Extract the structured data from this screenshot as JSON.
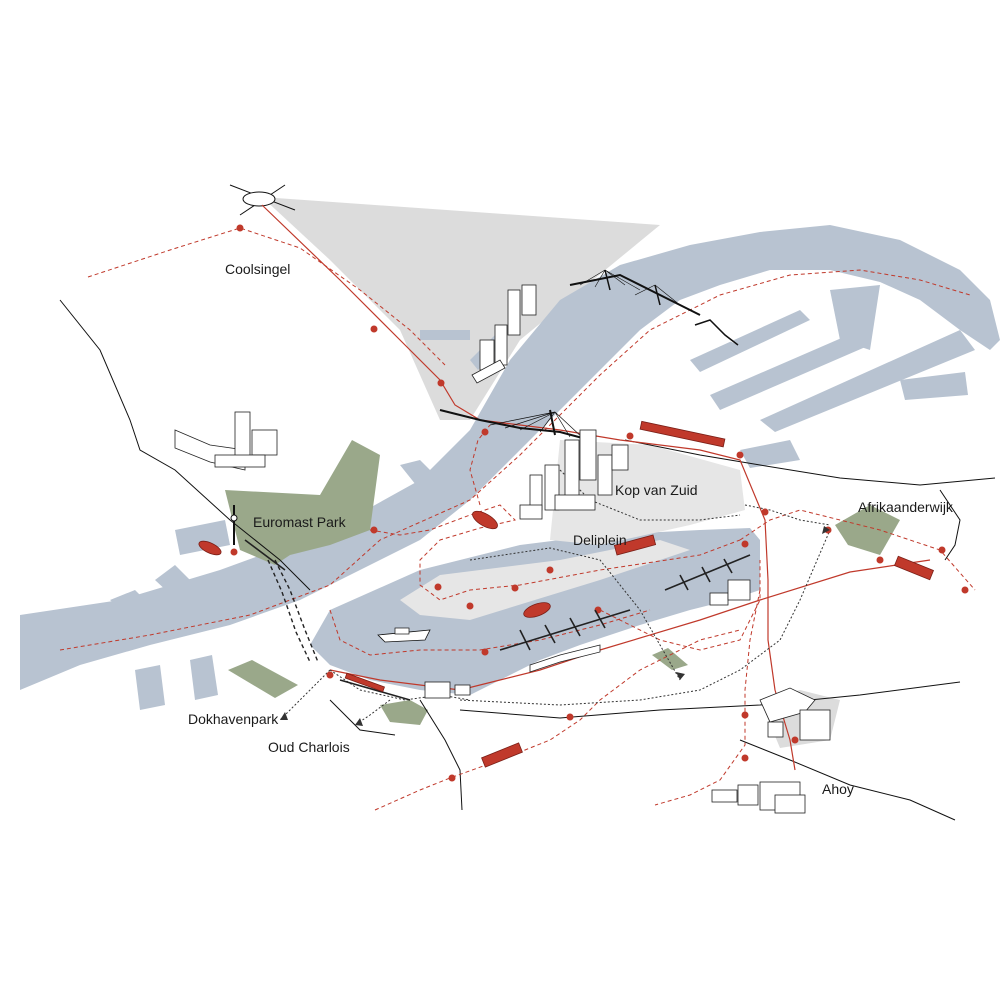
{
  "map": {
    "labels": {
      "coolsingel": "Coolsingel",
      "euromast_park": "Euromast Park",
      "kop_van_zuid": "Kop van Zuid",
      "deliplein": "Deliplein",
      "afrikaanderwijk": "Afrikaanderwijk",
      "dokhavenpark": "Dokhavenpark",
      "oud_charlois": "Oud Charlois",
      "ahoy": "Ahoy"
    },
    "colors": {
      "water": "#b8c3d1",
      "park": "#9aa88a",
      "plaza": "#dcdcdc",
      "route": "#c0392b",
      "road": "#111111"
    },
    "icons": [
      "roundabout-icon",
      "tram-icon",
      "water-taxi-icon",
      "ship-icon",
      "bridge-icon",
      "tower-icon"
    ]
  }
}
